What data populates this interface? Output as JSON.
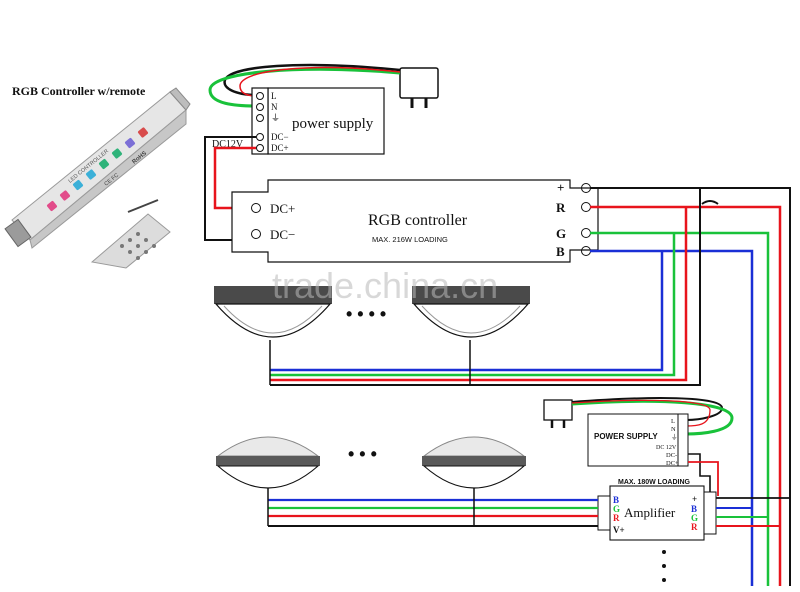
{
  "photo_title": "RGB Controller w/remote",
  "device_labels": {
    "led_controller": "LED CONTROLLER",
    "rohs": "RoHS",
    "ce_fc": "CE FC"
  },
  "power_supply_top": {
    "title": "power supply",
    "terminals": [
      "L",
      "N",
      "⏚",
      "DC−",
      "DC+"
    ],
    "voltage_label": "DC12V"
  },
  "rgb_controller": {
    "title": "RGB controller",
    "rating": "MAX. 216W LOADING",
    "input_terminals": [
      "DC+",
      "DC−"
    ],
    "output_terminals": [
      "+",
      "R",
      "G",
      "B"
    ]
  },
  "watermark": "trade.china.cn",
  "ellipsis_top": "• • • •",
  "ellipsis_bottom": "• • •",
  "power_supply_bottom": {
    "title": "POWER SUPPLY",
    "terminals": [
      "L",
      "N",
      "⏚",
      "DC 12V",
      "DC-",
      "DC+"
    ]
  },
  "amplifier": {
    "title": "Amplifier",
    "rating": "MAX. 180W LOADING",
    "left_terminals": [
      "B",
      "G",
      "R",
      "V+"
    ],
    "right_terminals": [
      "+",
      "B",
      "G",
      "R"
    ]
  },
  "colors": {
    "red": "#e8141c",
    "green": "#19c23a",
    "blue": "#1a2fd6",
    "black": "#111111"
  }
}
